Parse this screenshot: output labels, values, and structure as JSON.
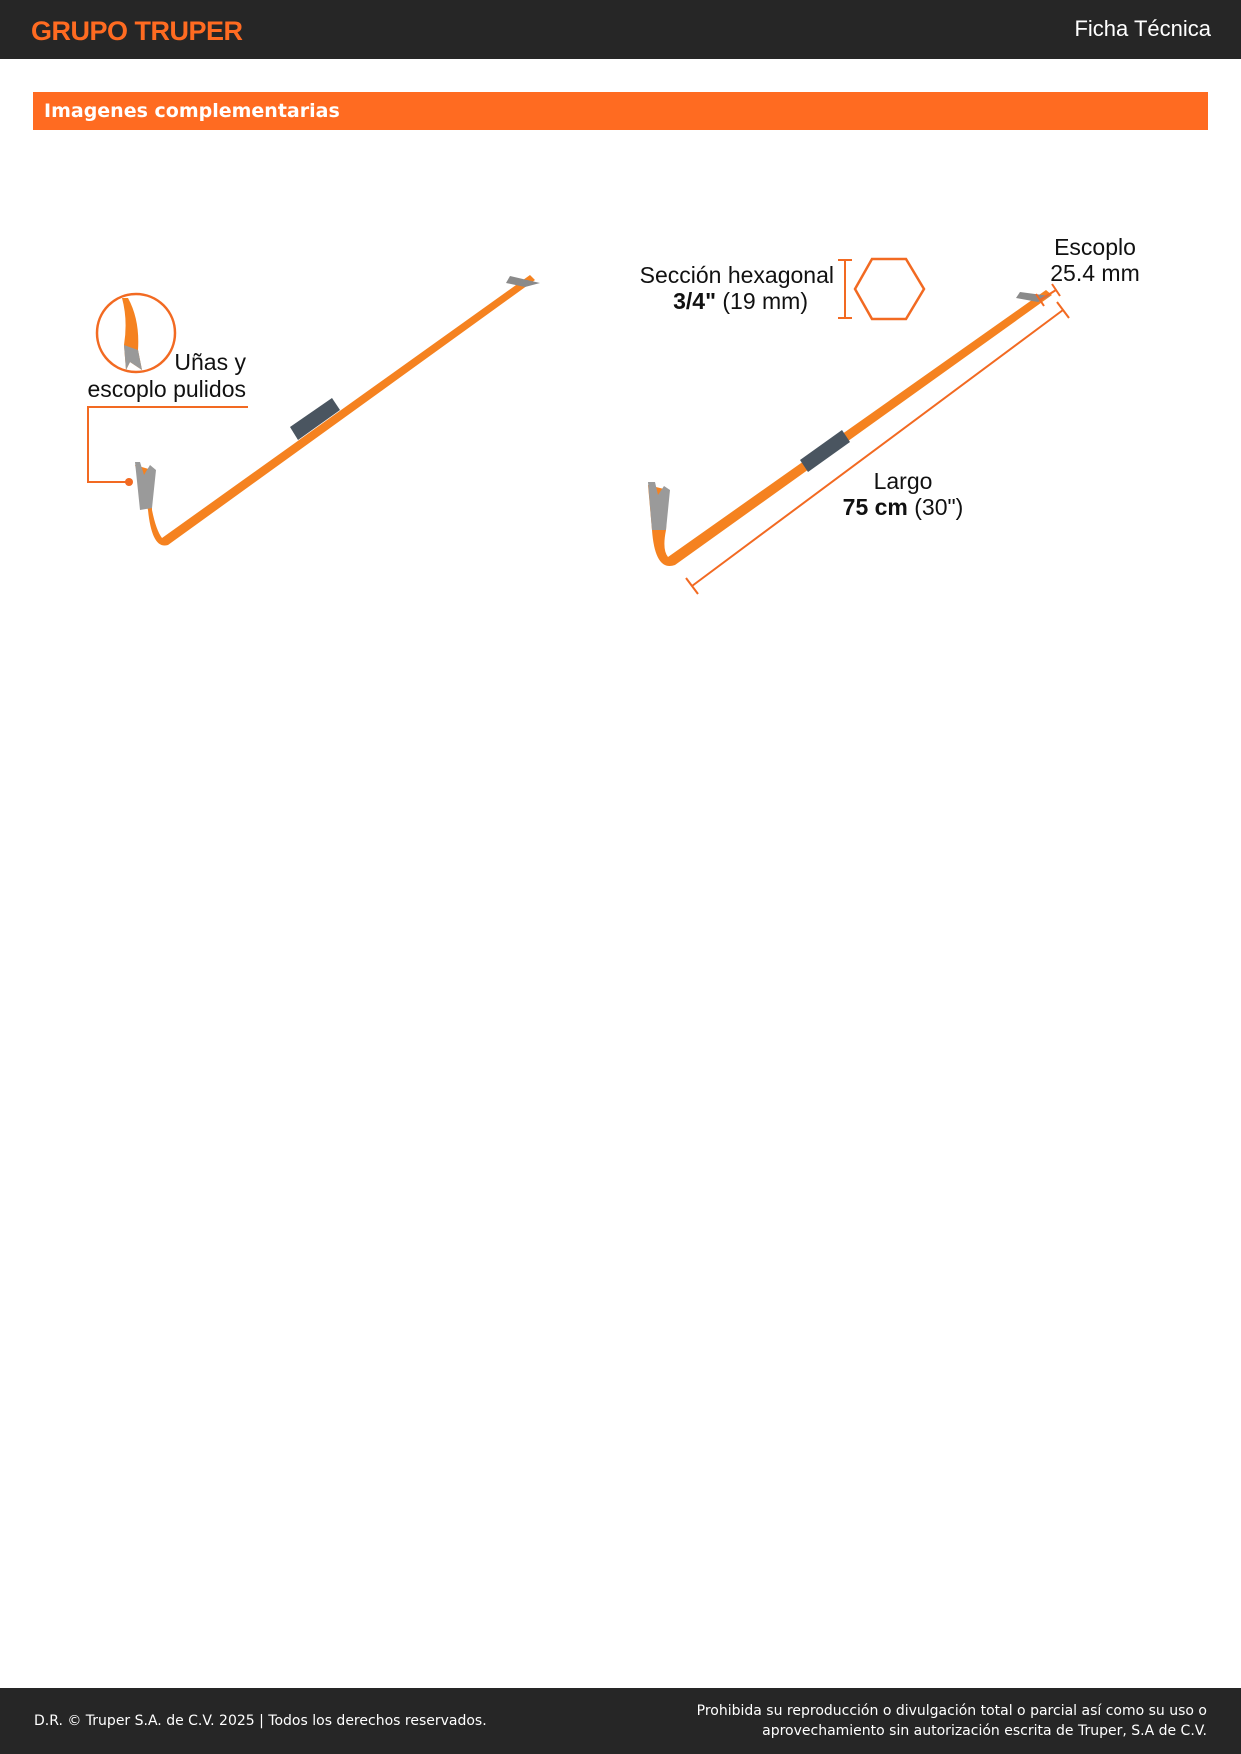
{
  "header": {
    "logo": "GRUPO TRUPER",
    "title": "Ficha Técnica"
  },
  "section": {
    "title": "Imagenes complementarias"
  },
  "figure_left": {
    "label_line1": "Uñas y",
    "label_line2": "escoplo pulidos"
  },
  "figure_right": {
    "hex_line1": "Sección hexagonal",
    "hex_line2_bold": "3/4\"",
    "hex_line2_rest": " (19 mm)",
    "chisel_line1": "Escoplo",
    "chisel_line2": "25.4 mm",
    "length_line1": "Largo",
    "length_line2_bold": "75 cm",
    "length_line2_rest": " (30\")"
  },
  "footer": {
    "left": "D.R. © Truper S.A. de C.V. 2025 | Todos los derechos reservados.",
    "right_line1": "Prohibida su reproducción o divulgación total o parcial así como su uso o",
    "right_line2": "aprovechamiento sin autorización escrita de Truper, S.A de C.V."
  },
  "colors": {
    "accent": "#ff6b21",
    "dark": "#262626"
  }
}
